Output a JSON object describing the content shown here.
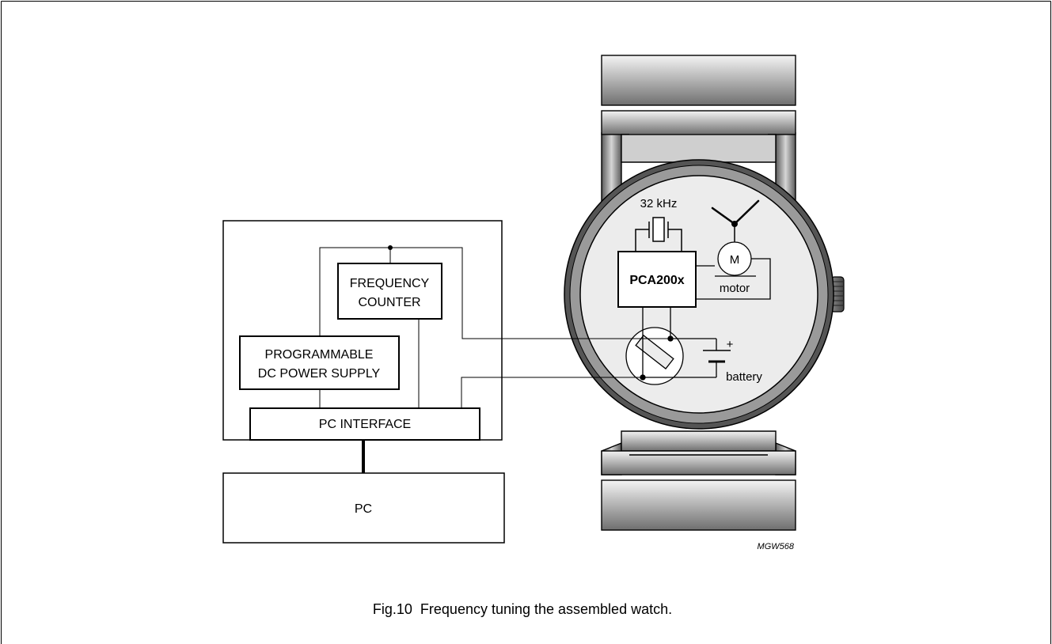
{
  "diagram": {
    "blocks": {
      "frequency_counter": [
        "FREQUENCY",
        "COUNTER"
      ],
      "power_supply": [
        "PROGRAMMABLE",
        "DC POWER SUPPLY"
      ],
      "pc_interface": "PC INTERFACE",
      "pc": "PC"
    },
    "watch": {
      "crystal_label": "32 kHz",
      "chip_label": "PCA200x",
      "motor_symbol": "M",
      "motor_label": "motor",
      "battery_plus": "+",
      "battery_label": "battery"
    },
    "drawing_code": "MGW568"
  },
  "caption": "Fig.10  Frequency tuning the assembled watch."
}
